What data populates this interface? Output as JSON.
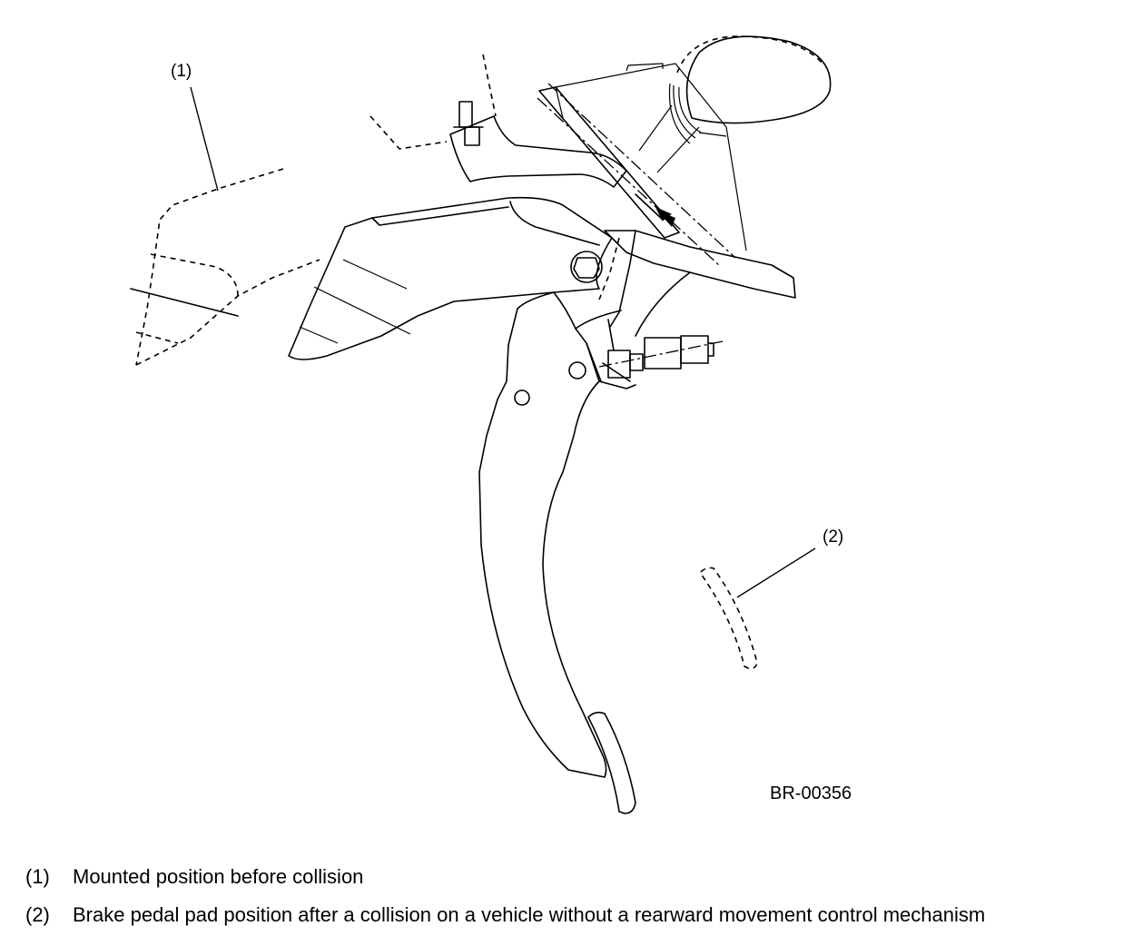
{
  "figure": {
    "callout_1": "(1)",
    "callout_2": "(2)",
    "figure_id": "BR-00356"
  },
  "legend": [
    {
      "num": "(1)",
      "text": "Mounted position before collision"
    },
    {
      "num": "(2)",
      "text": "Brake pedal pad position after a collision on a vehicle without a rearward movement control mechanism"
    }
  ]
}
